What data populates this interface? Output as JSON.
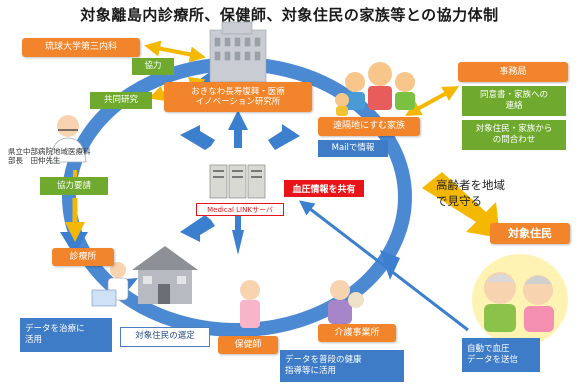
{
  "title": "対象離島内診療所、保健師、対象住民の家族等との協力体制",
  "nodes": {
    "ryukyu": "琉球大学第三内科",
    "okinawa_inst": "おきなわ長寿復興・医療\nイノベーション研究所",
    "joint_research": "共同研究",
    "cooperation": "協力",
    "hospital_doctor": "県立中部病院地域医療科\n部長　田仲先生",
    "cooperation_request": "協力要請",
    "clinic": "診療所",
    "clinic_note": "データを治療に\n活用",
    "server": "Medical LINKサーバ",
    "bp_share": "血圧情報を共有",
    "family_far": "遠隔地にすむ家族",
    "mail_info": "Mailで情報",
    "office": "事務局",
    "office_note1": "同意書・家族への\n連絡",
    "office_note2": "対象住民・家族から\nの問合わせ",
    "watch_text": "高齢者を地域\nで見守る",
    "target_residents": "対象住民",
    "auto_bp": "自動で血圧\nデータを送信",
    "select_residents": "対象住民の選定",
    "public_nurse": "保健師",
    "care_office": "介護事業所",
    "care_note": "データを普段の健康\n指導等に活用"
  },
  "colors": {
    "orange": "#f2852b",
    "green": "#6faa2e",
    "blue": "#3f7cc8",
    "ring": "#3d7fcf",
    "red": "#e8141a",
    "yellow_arrow": "#f5b800"
  }
}
